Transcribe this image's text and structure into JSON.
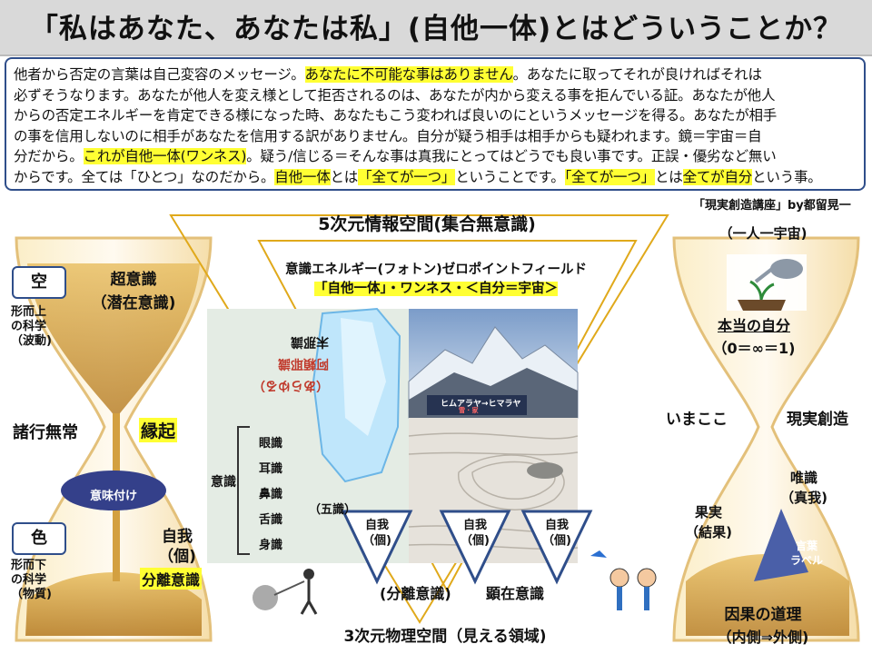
{
  "title": "「私はあなた、あなたは私」(自他一体)とはどういうことか？",
  "body_lines": [
    [
      {
        "t": "他者から否定の言葉は自己変容のメッセージ。"
      },
      {
        "t": "あなたに不可能な事はありません",
        "hl": true
      },
      {
        "t": "。あなたに取ってそれが良ければそれは"
      }
    ],
    [
      {
        "t": "必ずそうなります。あなたが他人を変え様として拒否されるのは、あなたが内から変える事を拒んでいる証。あなたが他人"
      }
    ],
    [
      {
        "t": "からの否定エネルギーを肯定できる様になった時、あなたもこう変われば良いのにというメッセージを得る。あなたが相手"
      }
    ],
    [
      {
        "t": "の事を信用しないのに相手があなたを信用する訳がありません。自分が疑う相手は相手からも疑われます。鏡＝宇宙＝自"
      }
    ],
    [
      {
        "t": "分だから。"
      },
      {
        "t": "これが自他一体(ワンネス)",
        "hl": true
      },
      {
        "t": "。疑う/信じる＝そんな事は真我にとってはどうでも良い事です。正誤・優劣など無い"
      }
    ],
    [
      {
        "t": "からです。全ては「ひとつ」なのだから。"
      },
      {
        "t": "自他一体",
        "hl": true
      },
      {
        "t": "とは"
      },
      {
        "t": "「全てが一つ」",
        "hl": true
      },
      {
        "t": "ということです。"
      },
      {
        "t": "「全てが一つ」",
        "hl": true
      },
      {
        "t": "とは"
      },
      {
        "t": "全てが自分",
        "hl": true
      },
      {
        "t": "という事。"
      }
    ]
  ],
  "credit": "「現実創造講座」by都留晃一",
  "top_label": "5次元情報空間(集合無意識)",
  "energy_label": "意識エネルギー(フォトン)ゼロポイントフィールド",
  "oneness_label": "「自他一体」・ワンネス・＜自分＝宇宙＞",
  "bottom_label": "3次元物理空間（見える領域)",
  "separation_label": "(分離意識)",
  "explicit_label": "顕在意識",
  "left": {
    "sky_box": "空",
    "metaphysics": "形而上\nの科学\n（波動)",
    "super_conscious": "超意識\n（潜在意識)",
    "impermanence": "諸行無常",
    "engi": "縁起",
    "meaning": "意味付け",
    "form_box": "色",
    "physics": "形而下\nの科学\n（物質)",
    "ego": "自我\n（個)",
    "separation": "分離意識"
  },
  "right": {
    "one_universe": "（一人一宇宙)",
    "true_self": "本当の自分",
    "equation": "（0＝∞＝1)",
    "here_now": "いまここ",
    "reality": "現実創造",
    "yuishiki": "唯識\n（真我)",
    "fruit": "果実\n（結果)",
    "word_label": "言葉\nラベル",
    "causality": "因果の道理",
    "inside_out": "（内側⇒外側)"
  },
  "ego_triangle": "自我\n（個)",
  "mountain_caption": "ヒムアラヤ→ヒマラヤ",
  "mountain_sub": "雪 · 家",
  "consciousness_list": [
    "意識",
    "末那識",
    "阿頼耶識"
  ],
  "senses": [
    "眼識",
    "耳識",
    "鼻識",
    "舌識",
    "身識"
  ],
  "sixth": "意識",
  "hiragana": "（あらゆる）",
  "goshiki": "（五識）",
  "colors": {
    "highlight": "#ffff33",
    "frame": "#2f4e8a",
    "gold": "#e0a91b",
    "sand": "#c89030"
  }
}
